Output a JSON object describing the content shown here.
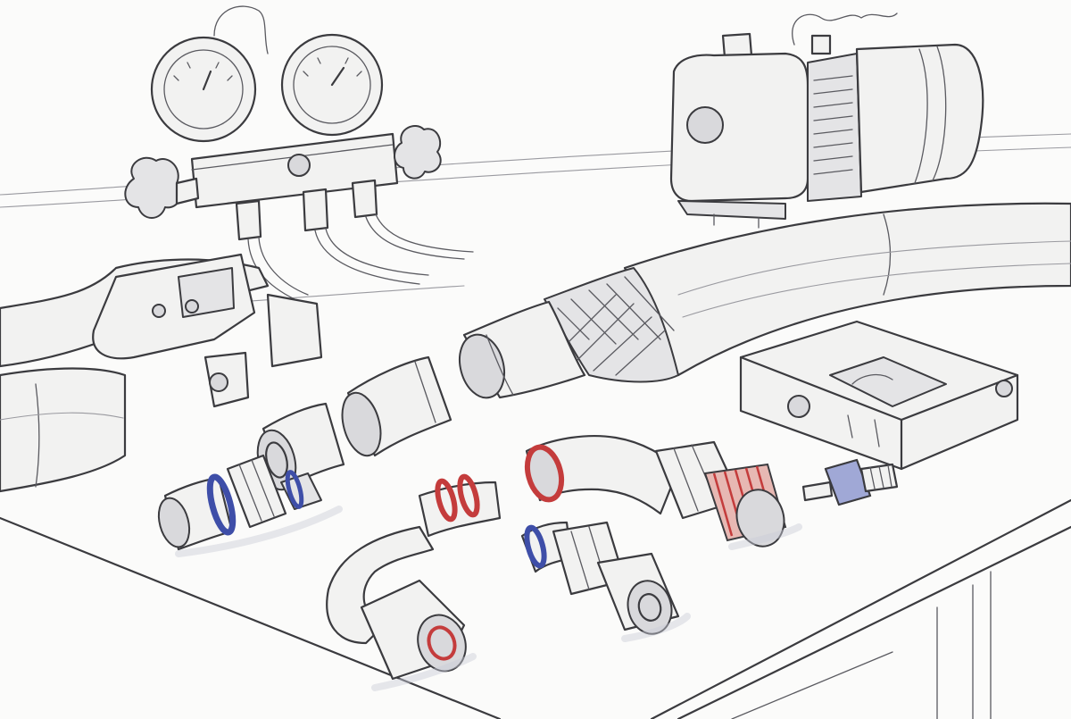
{
  "scene": {
    "background": "#fbfbfa",
    "line_color": "#3b3b3f",
    "accents": {
      "blue": "#3e4ea8",
      "red": "#c43c3c",
      "shadow": "#c9ccd8"
    },
    "objects": [
      {
        "name": "manifold-gauge-set",
        "kind": "drawing"
      },
      {
        "name": "vacuum-pump",
        "kind": "drawing"
      },
      {
        "name": "hose-crimping-tool",
        "kind": "drawing"
      },
      {
        "name": "braided-hose-cutaway",
        "kind": "drawing"
      },
      {
        "name": "crimp-die-block",
        "kind": "drawing"
      },
      {
        "name": "straight-fitting-blue-oring",
        "kind": "drawing"
      },
      {
        "name": "ferrule-sleeve",
        "kind": "drawing"
      },
      {
        "name": "elbow-fitting-red-orings",
        "kind": "drawing"
      },
      {
        "name": "elbow-fitting-red-thread",
        "kind": "drawing"
      },
      {
        "name": "straight-adapter-blue-oring",
        "kind": "drawing"
      },
      {
        "name": "schrader-valve-fitting",
        "kind": "drawing"
      }
    ]
  }
}
